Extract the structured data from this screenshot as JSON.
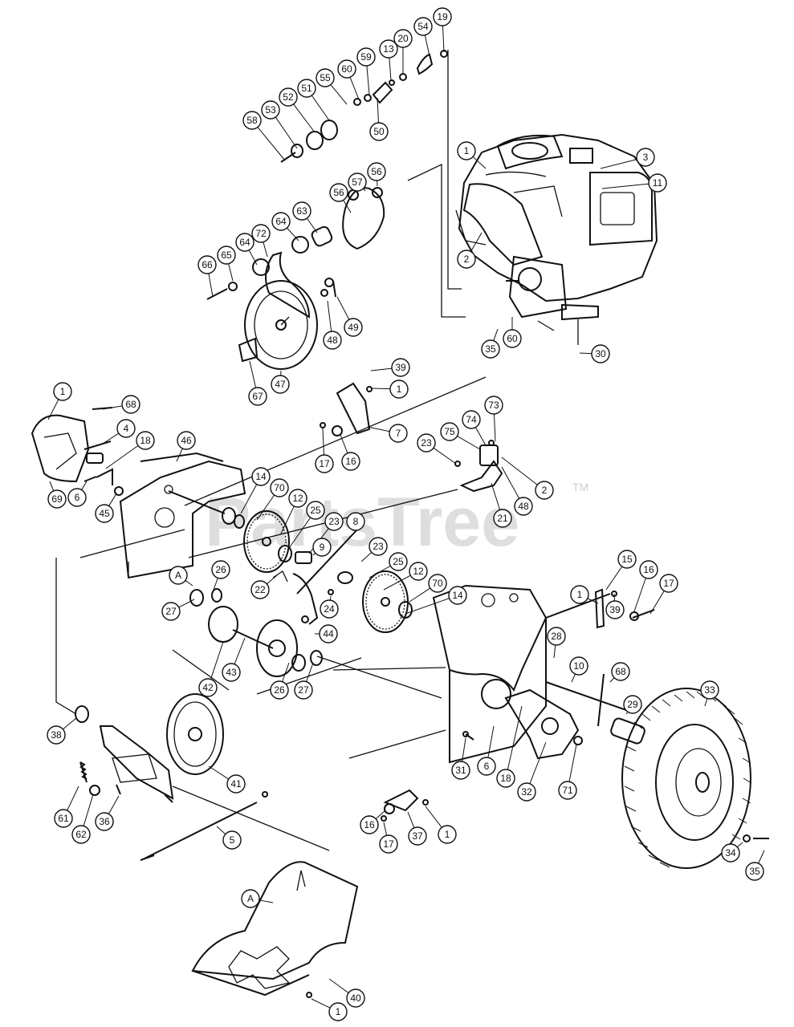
{
  "watermark": {
    "text": "PartsTree",
    "trademark": "TM"
  },
  "callouts": [
    {
      "label": "19"
    },
    {
      "label": "54"
    },
    {
      "label": "20"
    },
    {
      "label": "13"
    },
    {
      "label": "59"
    },
    {
      "label": "60"
    },
    {
      "label": "55"
    },
    {
      "label": "51"
    },
    {
      "label": "52"
    },
    {
      "label": "53"
    },
    {
      "label": "58"
    },
    {
      "label": "50"
    },
    {
      "label": "1"
    },
    {
      "label": "3"
    },
    {
      "label": "11"
    },
    {
      "label": "2"
    },
    {
      "label": "56"
    },
    {
      "label": "57"
    },
    {
      "label": "56"
    },
    {
      "label": "63"
    },
    {
      "label": "64"
    },
    {
      "label": "72"
    },
    {
      "label": "64"
    },
    {
      "label": "65"
    },
    {
      "label": "66"
    },
    {
      "label": "48"
    },
    {
      "label": "49"
    },
    {
      "label": "67"
    },
    {
      "label": "47"
    },
    {
      "label": "60"
    },
    {
      "label": "35"
    },
    {
      "label": "30"
    },
    {
      "label": "39"
    },
    {
      "label": "1"
    },
    {
      "label": "7"
    },
    {
      "label": "16"
    },
    {
      "label": "17"
    },
    {
      "label": "1"
    },
    {
      "label": "68"
    },
    {
      "label": "4"
    },
    {
      "label": "18"
    },
    {
      "label": "46"
    },
    {
      "label": "6"
    },
    {
      "label": "69"
    },
    {
      "label": "45"
    },
    {
      "label": "14"
    },
    {
      "label": "70"
    },
    {
      "label": "12"
    },
    {
      "label": "25"
    },
    {
      "label": "23"
    },
    {
      "label": "8"
    },
    {
      "label": "9"
    },
    {
      "label": "23"
    },
    {
      "label": "22"
    },
    {
      "label": "24"
    },
    {
      "label": "25"
    },
    {
      "label": "12"
    },
    {
      "label": "70"
    },
    {
      "label": "14"
    },
    {
      "label": "73"
    },
    {
      "label": "74"
    },
    {
      "label": "75"
    },
    {
      "label": "23"
    },
    {
      "label": "2"
    },
    {
      "label": "21"
    },
    {
      "label": "48"
    },
    {
      "label": "A"
    },
    {
      "label": "26"
    },
    {
      "label": "27"
    },
    {
      "label": "44"
    },
    {
      "label": "43"
    },
    {
      "label": "42"
    },
    {
      "label": "26"
    },
    {
      "label": "27"
    },
    {
      "label": "15"
    },
    {
      "label": "1"
    },
    {
      "label": "16"
    },
    {
      "label": "17"
    },
    {
      "label": "39"
    },
    {
      "label": "28"
    },
    {
      "label": "10"
    },
    {
      "label": "68"
    },
    {
      "label": "29"
    },
    {
      "label": "33"
    },
    {
      "label": "38"
    },
    {
      "label": "41"
    },
    {
      "label": "61"
    },
    {
      "label": "62"
    },
    {
      "label": "36"
    },
    {
      "label": "5"
    },
    {
      "label": "31"
    },
    {
      "label": "6"
    },
    {
      "label": "18"
    },
    {
      "label": "32"
    },
    {
      "label": "71"
    },
    {
      "label": "16"
    },
    {
      "label": "17"
    },
    {
      "label": "37"
    },
    {
      "label": "1"
    },
    {
      "label": "34"
    },
    {
      "label": "35"
    },
    {
      "label": "A"
    },
    {
      "label": "40"
    },
    {
      "label": "1"
    }
  ]
}
